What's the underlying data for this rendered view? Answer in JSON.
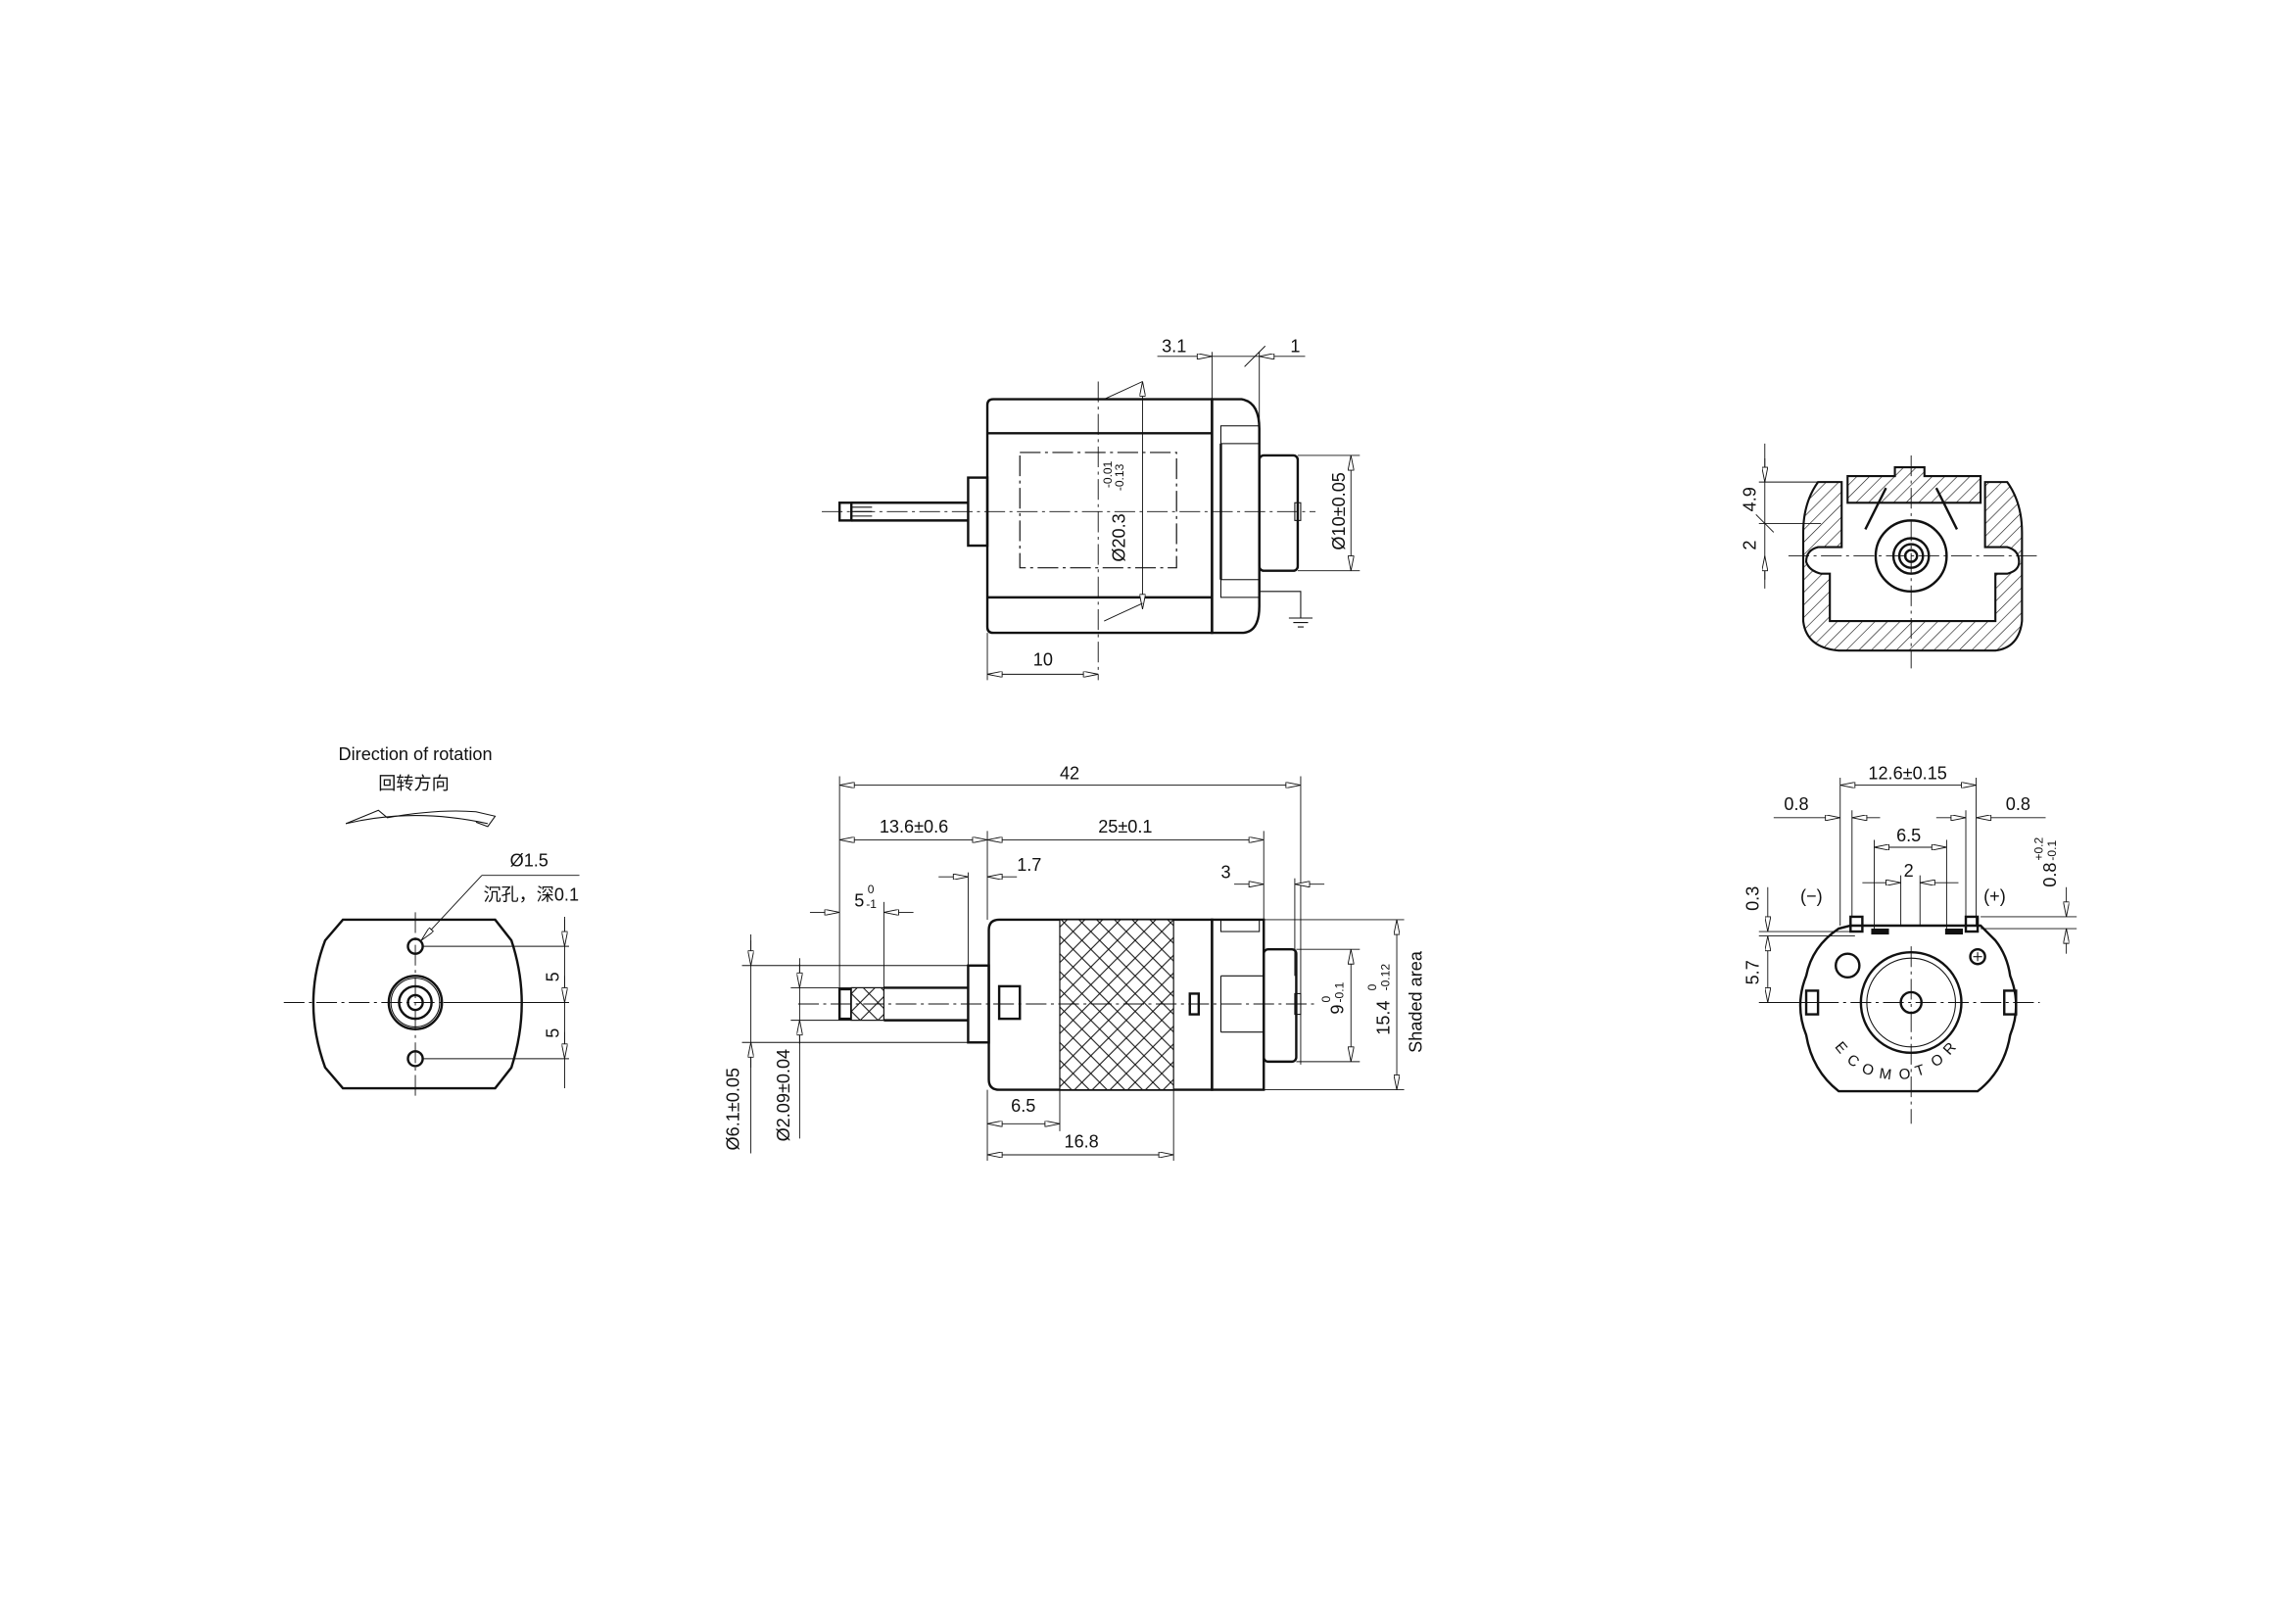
{
  "drawing": {
    "type": "motor technical drawing (multi-view)",
    "line_color": "#111111",
    "background": "#ffffff"
  },
  "top_view": {
    "dims": {
      "body_diameter": "Ø20.3",
      "body_diameter_upper_tol": "-0.01",
      "body_diameter_lower_tol": "-0.13",
      "bearing_boss_diameter": "Ø10±0.05",
      "flange_offset": "3.1",
      "cap_offset": "1",
      "magnet_offset": "10"
    }
  },
  "section_view": {
    "dims": {
      "height_upper": "4.9",
      "height_lower": "2"
    }
  },
  "end_view": {
    "title": "Direction of rotation",
    "title_cn": "回转方向",
    "hole_diameter": "Ø1.5",
    "hole_note": "沉孔，深0.1",
    "hole_spacing_upper": "5",
    "hole_spacing_lower": "5"
  },
  "side_view": {
    "dims": {
      "overall_length": "42",
      "shaft_length": "13.6±0.6",
      "body_length": "25±0.1",
      "boss_length": "1.7",
      "knurl_length": "5",
      "knurl_length_upper": "0",
      "knurl_length_lower": "-1",
      "cap_length": "3",
      "boss_diameter": "Ø6.1±0.05",
      "shaft_diameter": "Ø2.09±0.04",
      "rear_boss": "9",
      "rear_boss_upper": "0",
      "rear_boss_lower": "-0.1",
      "width": "15.4",
      "width_upper": "0",
      "width_lower": "-0.12",
      "shaded_label": "Shaded area",
      "shade_start": "6.5",
      "shade_end": "16.8"
    }
  },
  "terminal_view": {
    "dims": {
      "terminal_spacing": "12.6±0.15",
      "terminal_width_left": "0.8",
      "terminal_width_right": "0.8",
      "brush_spacing": "6.5",
      "center_gap": "2",
      "terminal_height": "0.8",
      "terminal_height_upper": "+0.2",
      "terminal_height_lower": "-0.1",
      "offset_small": "0.3",
      "offset_center": "5.7"
    },
    "neg_label": "(−)",
    "pos_label": "(+)",
    "brand": [
      "E",
      "C",
      "O",
      "M",
      "O",
      "T",
      "O",
      "R"
    ]
  }
}
